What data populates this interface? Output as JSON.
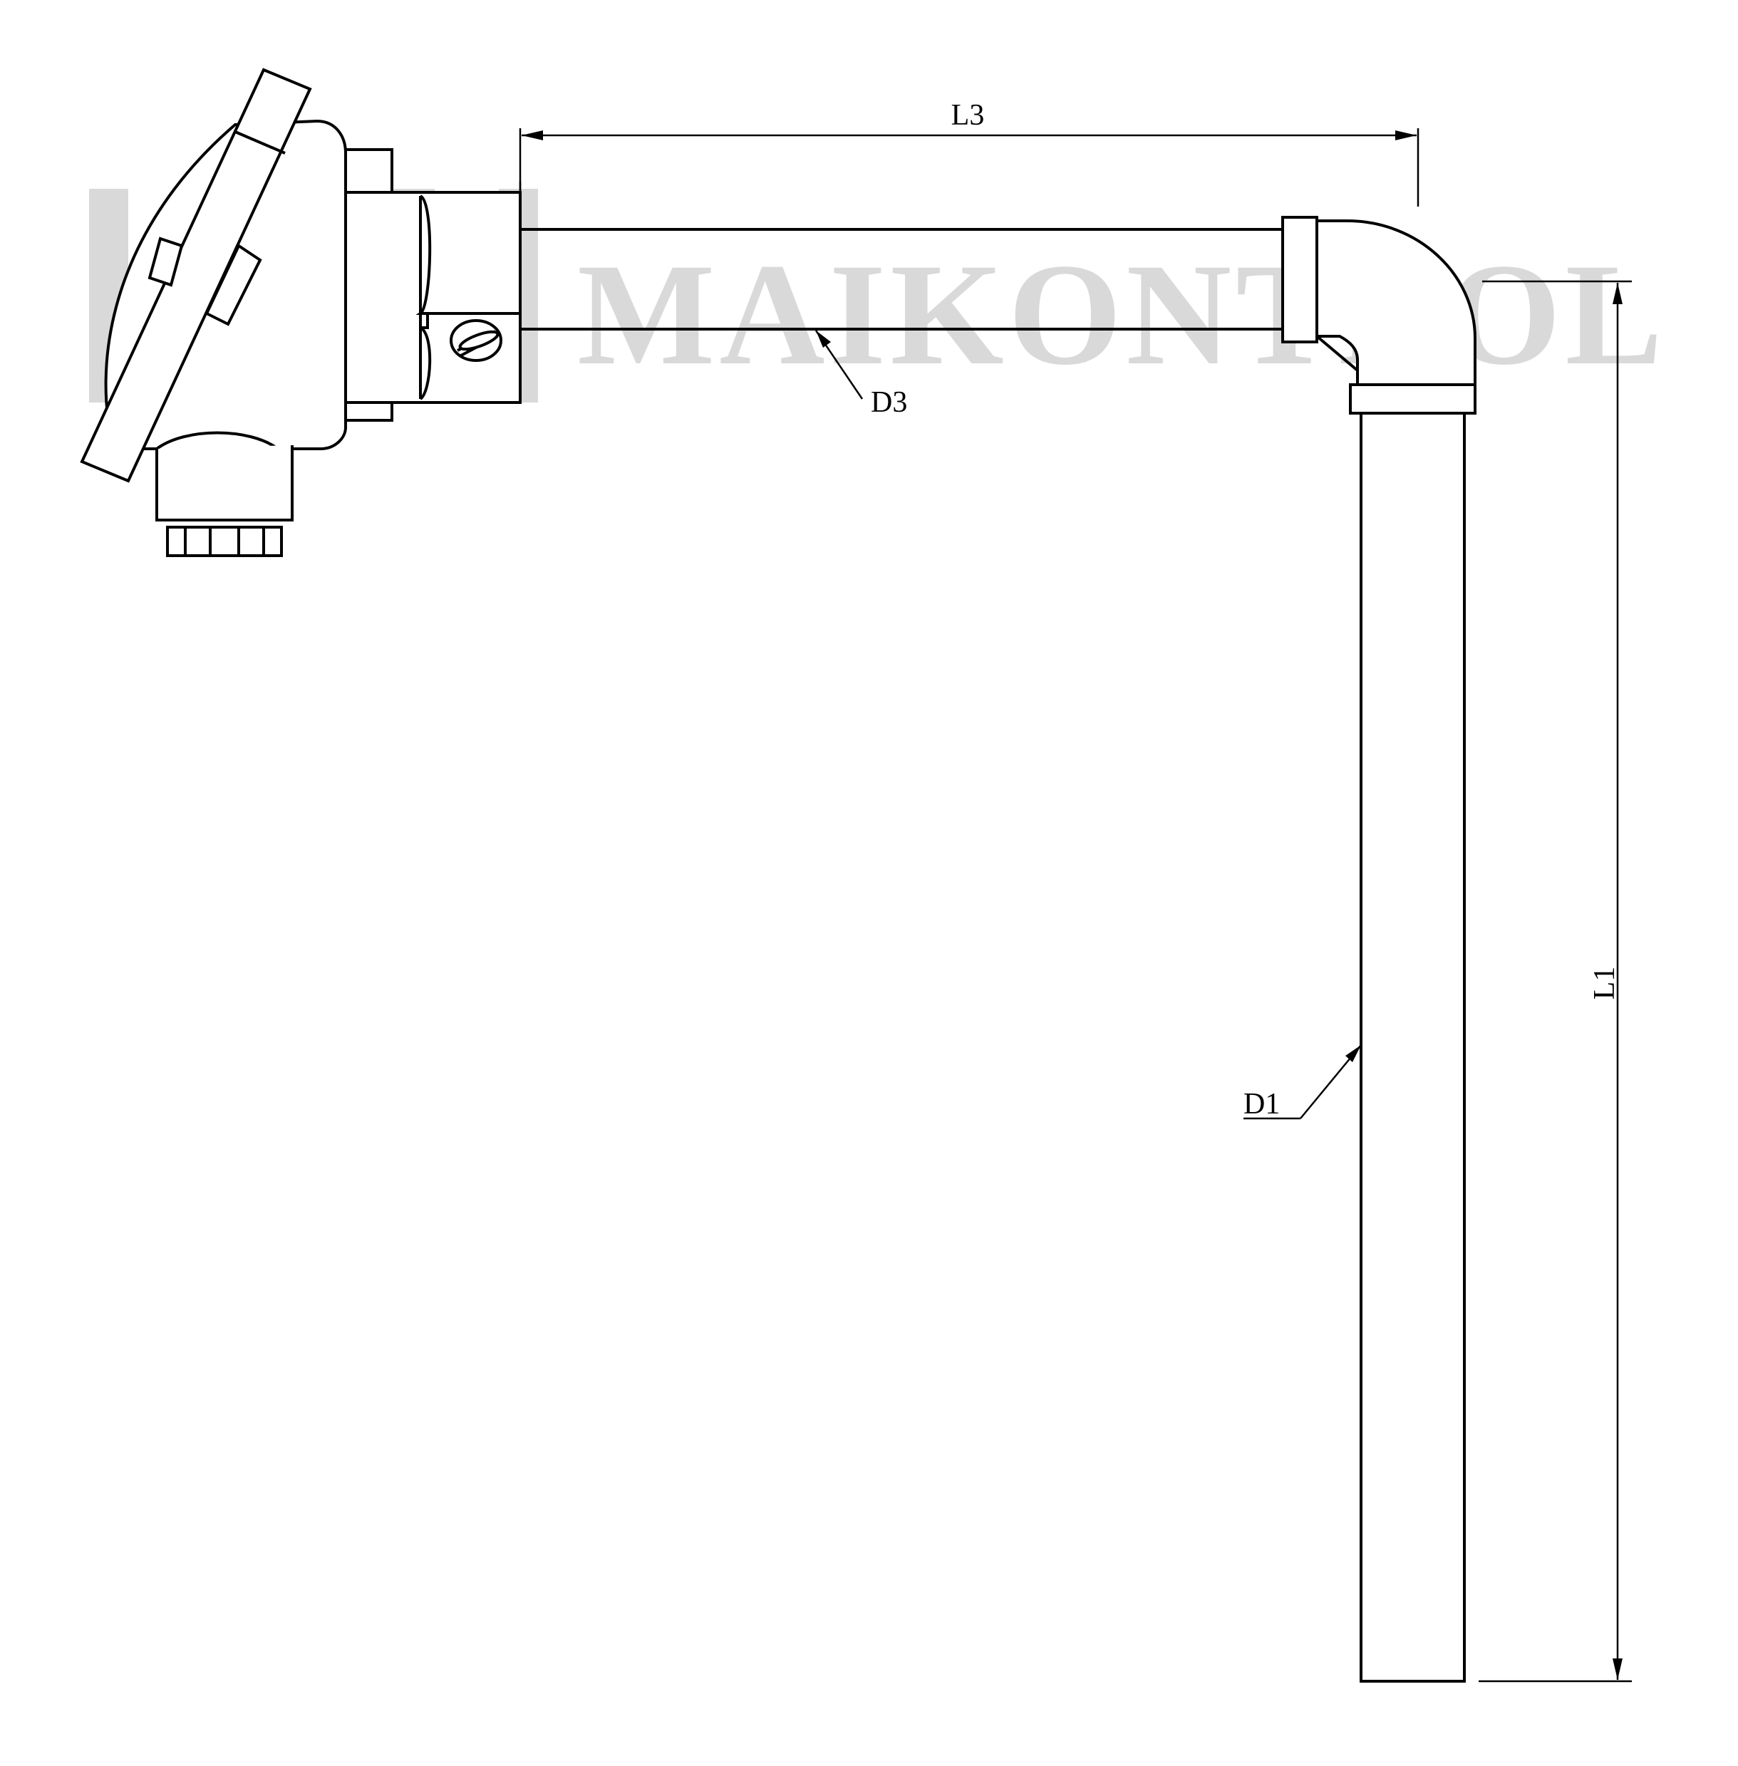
{
  "watermark": {
    "brand": "MAIKONTROL",
    "color": "#d9d9d9"
  },
  "dimensions": {
    "horizontal_length": "L3",
    "vertical_length": "L1",
    "horizontal_diameter": "D3",
    "vertical_diameter": "D1"
  },
  "colors": {
    "line": "#000000",
    "background": "#ffffff"
  }
}
